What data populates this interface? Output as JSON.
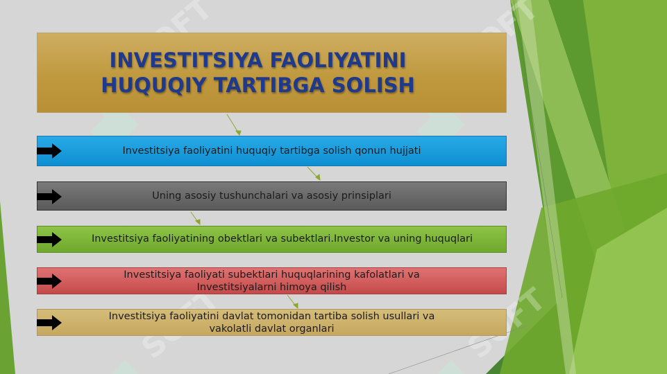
{
  "slide": {
    "title_line1": "INVESTITSIYA FAOLIYATINI",
    "title_line2": "HUQUQIY TARTIBGA SOLISH",
    "items": [
      {
        "line1": "Investitsiya faoliyatini huquqiy tartibga solish qonun hujjati",
        "line2": ""
      },
      {
        "line1": "Uning asosiy tushunchalari va asosiy prinsiplari",
        "line2": ""
      },
      {
        "line1": "Investitsiya faoliyatining obektlari va subektlari.Investor va uning huquqlari",
        "line2": ""
      },
      {
        "line1": "Investitsiya faoliyati subektlari huquqlarining kafolatlari va",
        "line2": "Investitsiyalarni himoya qilish"
      },
      {
        "line1": "Investitsiya faoliyatini davlat tomonidan tartiba solish usullari va",
        "line2": "vakolatli davlat organlari"
      }
    ]
  },
  "colors": {
    "title_text": "#1f3a8c",
    "title_box": "#c0993e",
    "row1": "#0d8fd3",
    "row2": "#5a5a5a",
    "row3": "#6fa82c",
    "row4": "#c44a4a",
    "row5": "#c6a860",
    "accent_green": "#6aa334"
  },
  "icons": [
    "arrow-right-icon",
    "connector-arrow-icon"
  ]
}
